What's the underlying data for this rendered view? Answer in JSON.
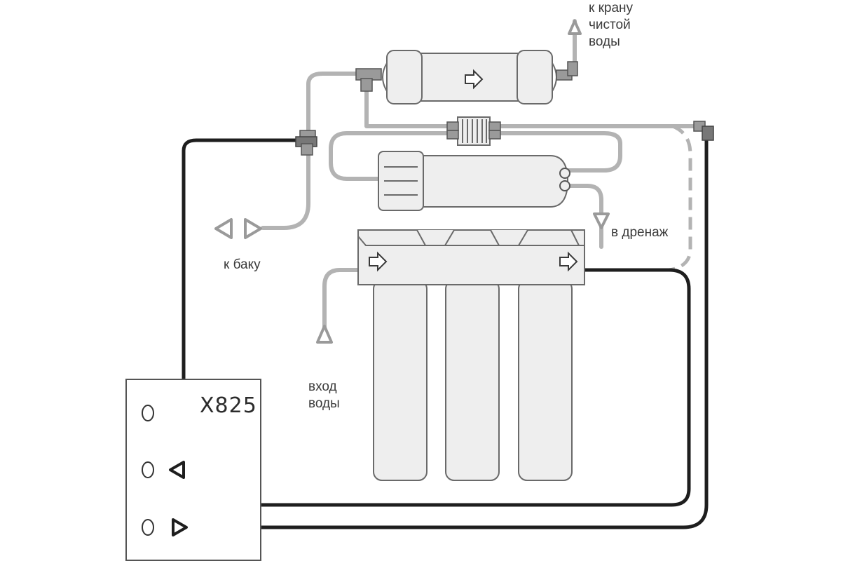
{
  "labels": {
    "tap": [
      "к крану",
      "чистой",
      "воды"
    ],
    "tank": "к баку",
    "drain": "в дренаж",
    "inlet": [
      "вход",
      "воды"
    ]
  },
  "control_box": {
    "model": "X825"
  },
  "colors": {
    "grey_line": "#b3b3b3",
    "black_line": "#1e1e1e",
    "housing_fill": "#eeeeee",
    "housing_stroke": "#6a6a6a"
  },
  "icons": [
    "flow-arrow-icon",
    "check-valve-icon",
    "tee-fitting-icon",
    "elbow-fitting-icon",
    "port-icon"
  ]
}
